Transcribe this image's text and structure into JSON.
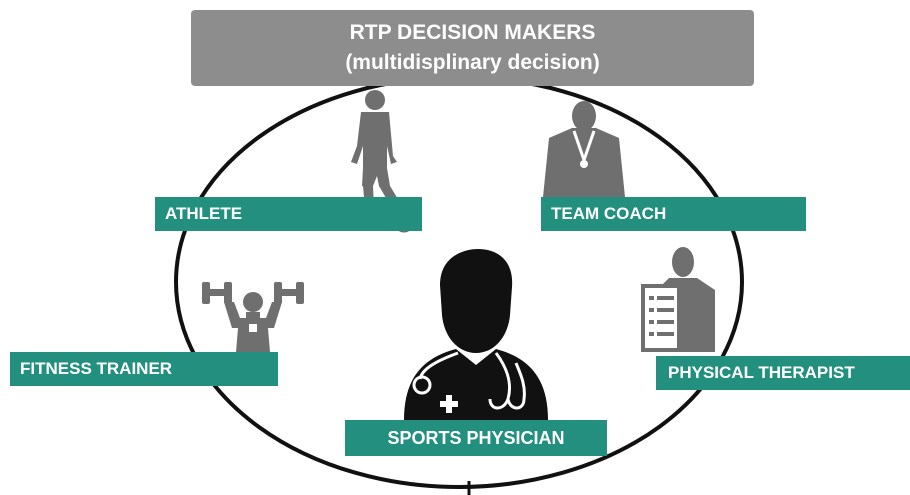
{
  "header": {
    "title": "RTP DECISION MAKERS",
    "subtitle": "(multidisplinary decision)"
  },
  "roles": {
    "athlete": "ATHLETE",
    "team_coach": "TEAM COACH",
    "fitness_trainer": "FITNESS TRAINER",
    "physical_therapist": "PHYSICAL THERAPIST",
    "sports_physician": "SPORTS PHYSICIAN"
  },
  "colors": {
    "label_bg": "#23907f",
    "header_bg": "#8d8d8d",
    "figure_gray": "#6f6f6f",
    "physician": "#111111"
  }
}
